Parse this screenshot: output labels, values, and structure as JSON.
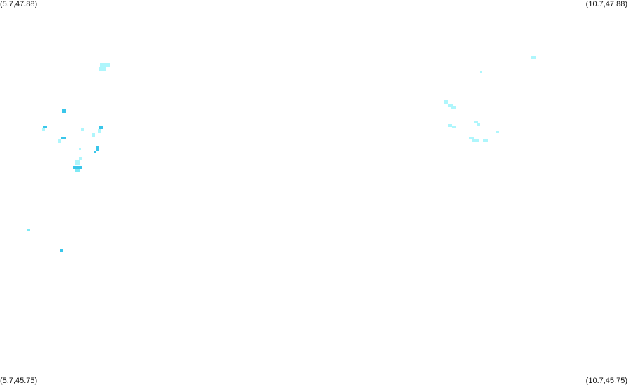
{
  "map": {
    "corners": {
      "top_left": "(5.7,47.88)",
      "top_right": "(10.7,47.88)",
      "bottom_left": "(5.7,45.75)",
      "bottom_right": "(10.7,45.75)"
    },
    "colors": {
      "background": "#ffffff",
      "light": "#aef6fc",
      "medium": "#7eeaf5",
      "dark": "#39c6ea"
    }
  }
}
